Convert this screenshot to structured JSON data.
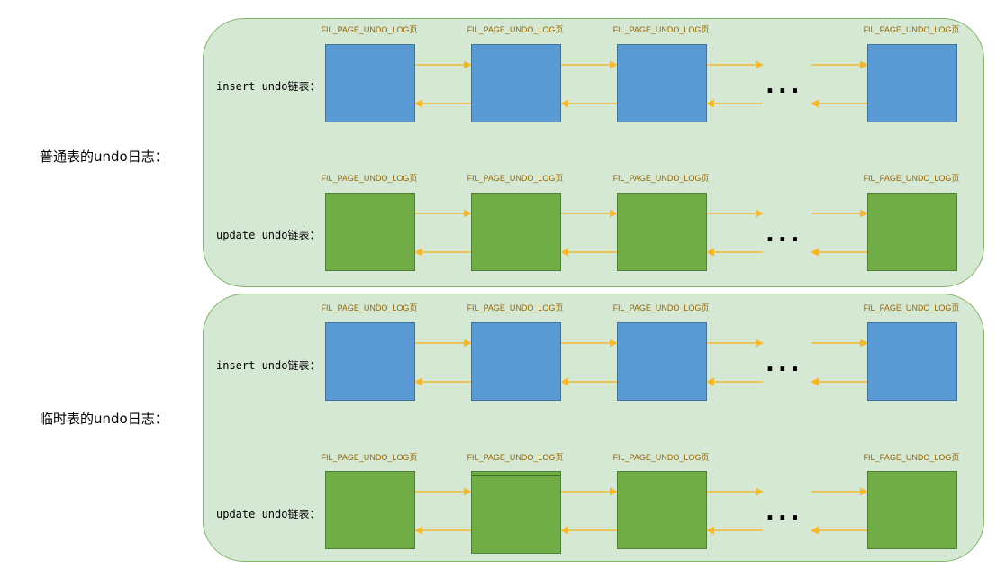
{
  "colors": {
    "panel_fill": "#d5e8d4",
    "panel_border": "#82b366",
    "insert_page": "#5b9bd5",
    "update_page": "#70ad47",
    "arrow": "#f5b82e",
    "page_label": "#996600"
  },
  "sections": [
    {
      "label": "普通表的undo日志：",
      "chains": [
        {
          "kind": "insert",
          "label": "insert undo链表：",
          "page_label": "FIL_PAGE_UNDO_LOG页",
          "ellipsis": "..."
        },
        {
          "kind": "update",
          "label": "update undo链表：",
          "page_label": "FIL_PAGE_UNDO_LOG页",
          "ellipsis": "..."
        }
      ]
    },
    {
      "label": "临时表的undo日志：",
      "chains": [
        {
          "kind": "insert",
          "label": "insert undo链表：",
          "page_label": "FIL_PAGE_UNDO_LOG页",
          "ellipsis": "..."
        },
        {
          "kind": "update",
          "label": "update undo链表：",
          "page_label": "FIL_PAGE_UNDO_LOG页",
          "ellipsis": "..."
        }
      ]
    }
  ]
}
